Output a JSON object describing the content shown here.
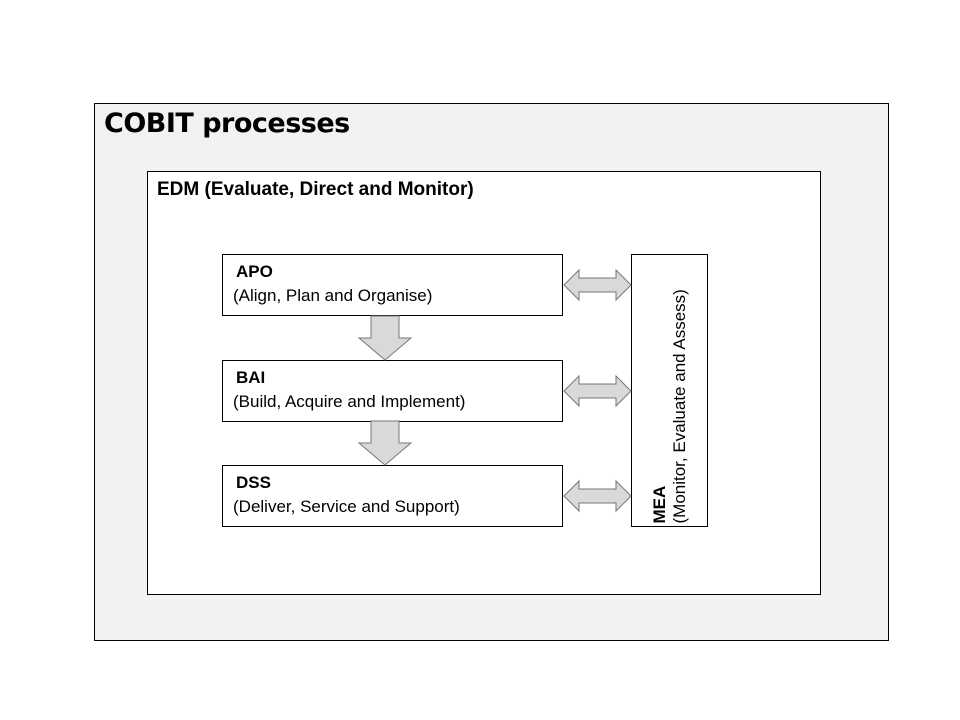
{
  "title": "COBIT processes",
  "edm": {
    "label": "EDM (Evaluate, Direct and Monitor)"
  },
  "processes": [
    {
      "code": "APO",
      "description": "(Align, Plan and Organise)"
    },
    {
      "code": "BAI",
      "description": "(Build, Acquire and Implement)"
    },
    {
      "code": "DSS",
      "description": "(Deliver, Service and Support)"
    }
  ],
  "mea": {
    "code": "MEA",
    "description": "(Monitor, Evaluate and Assess)"
  },
  "colors": {
    "frame_fill": "#f2f2f2",
    "arrow_fill": "#d9d9d9",
    "border": "#000000"
  }
}
